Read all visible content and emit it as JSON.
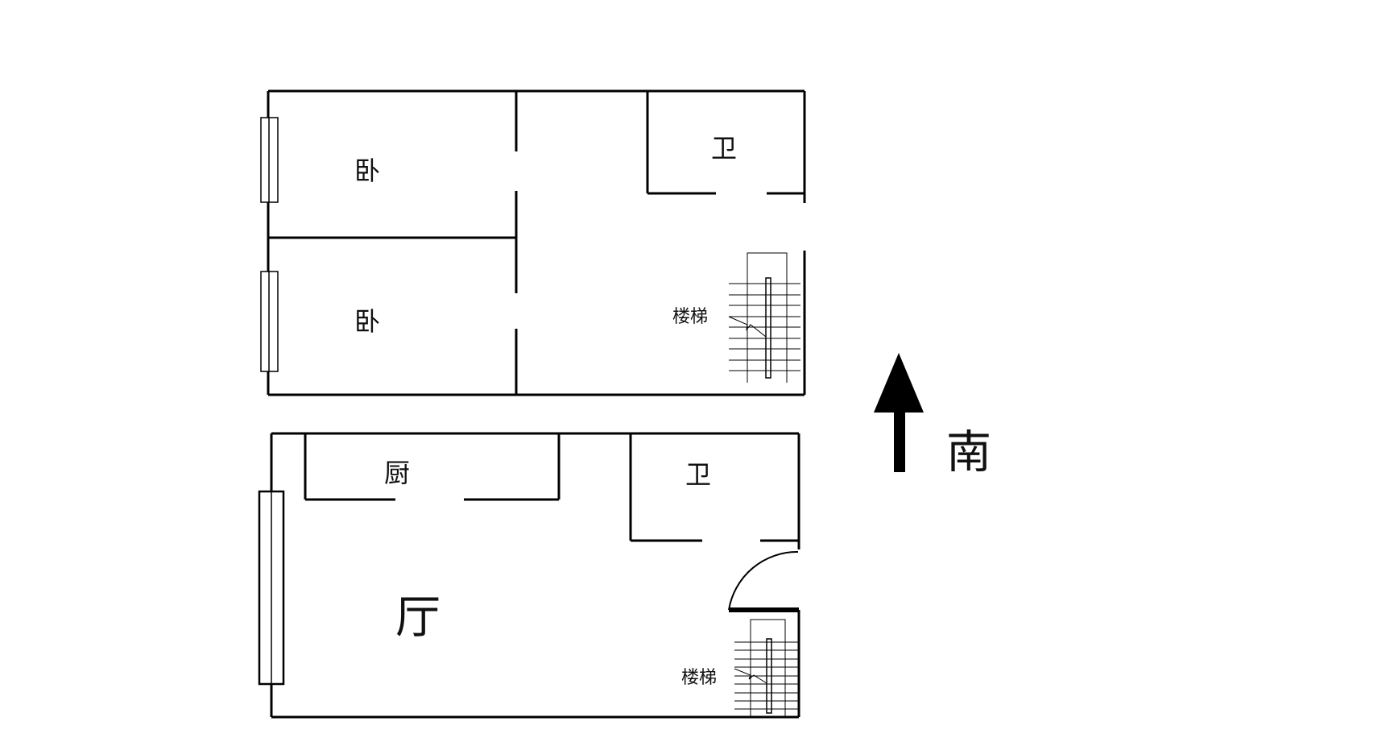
{
  "upper_floor": {
    "rooms": [
      "卧",
      "卧",
      "卫"
    ],
    "stairs_label": "楼梯"
  },
  "lower_floor": {
    "rooms": [
      "厨",
      "卫",
      "厅"
    ],
    "stairs_label": "楼梯"
  },
  "compass": {
    "label": "南",
    "icon": "north-arrow-icon"
  }
}
